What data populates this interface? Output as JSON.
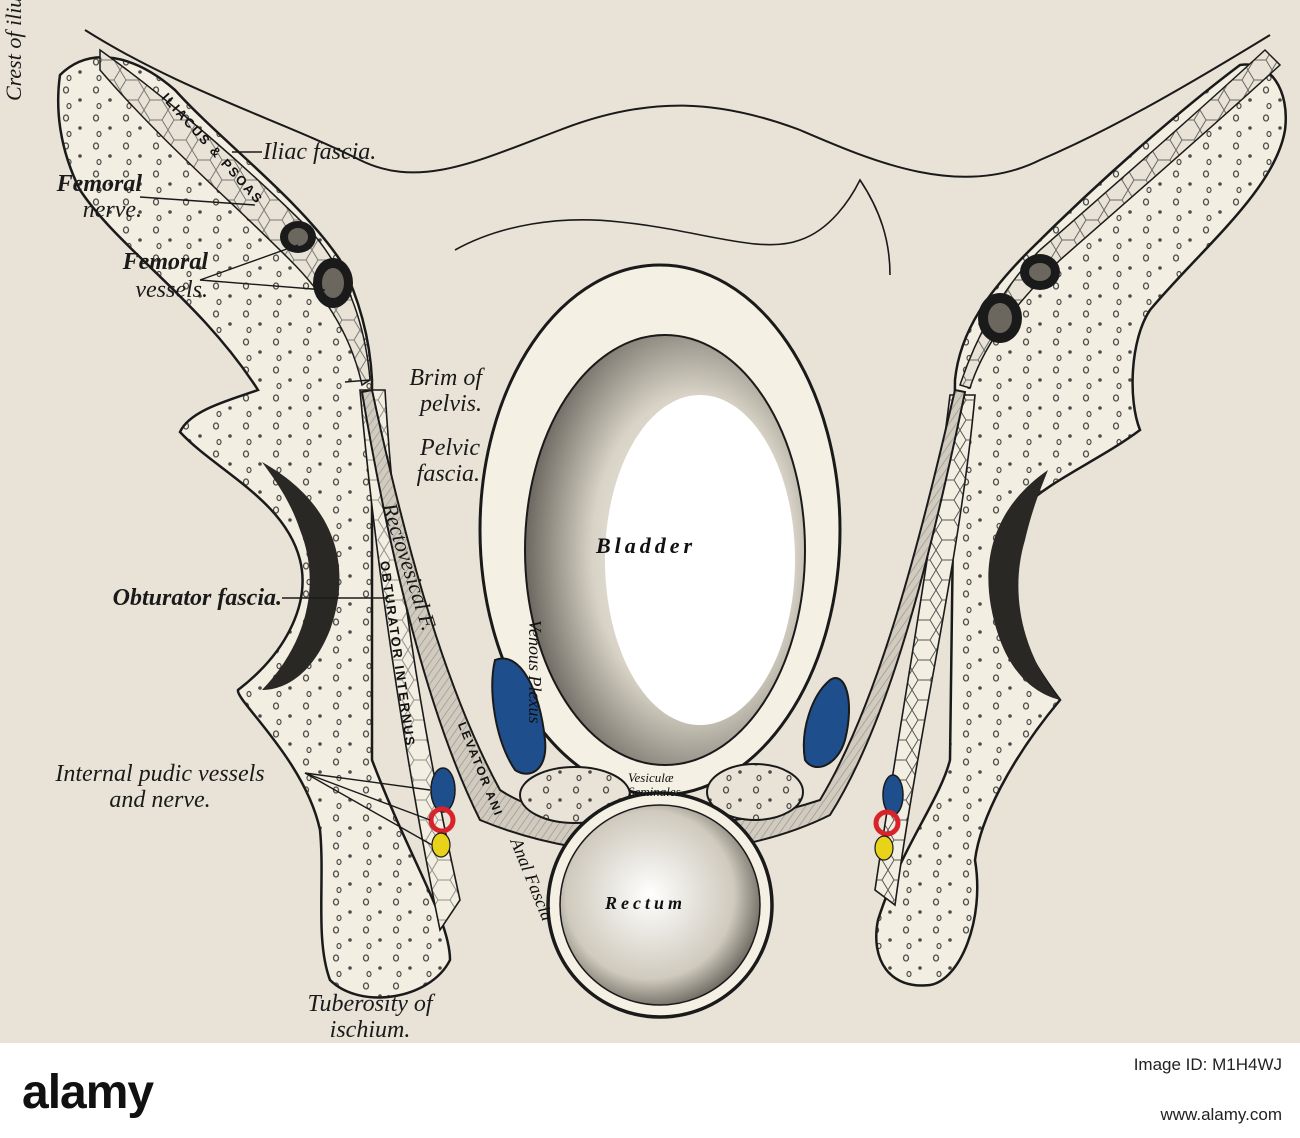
{
  "figure": {
    "labels": {
      "crest_of_ilium": "Crest of iliu",
      "iliac_fascia": "Iliac fascia.",
      "femoral_nerve_1": "Femoral",
      "femoral_nerve_2": "nerve.",
      "femoral_vessels_1": "Femoral",
      "femoral_vessels_2": "vessels.",
      "brim_of_pelvis_1": "Brim of",
      "brim_of_pelvis_2": "pelvis.",
      "pelvic_fascia_1": "Pelvic",
      "pelvic_fascia_2": "fascia.",
      "rectovesical": "Rectovesical F.",
      "obturator_fascia": "Obturator fascia.",
      "internal_pudic_1": "Internal pudic vessels",
      "internal_pudic_2": "and nerve.",
      "tuberosity_1": "Tuberosity of",
      "tuberosity_2": "ischium.",
      "bladder": "Bladder",
      "rectum": "Rectum",
      "venous_plexus": "Venous Plexus",
      "vesiculae_1": "Vesiculæ",
      "vesiculae_2": "Seminales",
      "anal_fascia": "Anal Fascia",
      "levator_ani": "LEVATOR ANI",
      "obturator_internus": "OBTURATOR INTERNUS",
      "iliacus_psoas": "ILIACUS & PSOAS"
    },
    "colors": {
      "background": "#e8e3d6",
      "ink": "#1a1a1a",
      "artery": "#d9222a",
      "vein": "#1f4e8c",
      "nerve": "#e8d21a"
    }
  },
  "footer": {
    "logo": "alamy",
    "image_id": "Image ID: M1H4WJ",
    "url": "www.alamy.com"
  }
}
